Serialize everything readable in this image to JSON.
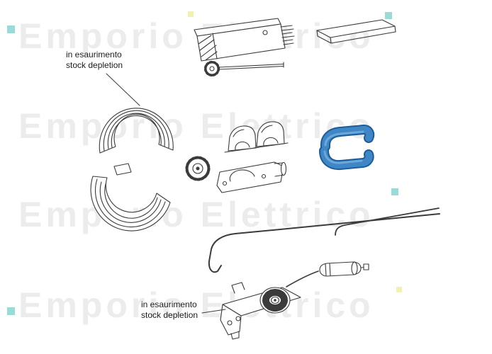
{
  "watermark": {
    "text": "Emporio Elettrico",
    "color": "#ececec",
    "visible_rows": 4
  },
  "annotations": [
    {
      "line1": "in esaurimento",
      "line2": "stock depletion"
    },
    {
      "line1": "in esaurimento",
      "line2": "stock depletion"
    }
  ],
  "colors": {
    "background": "#ffffff",
    "line_art": "#3b3b3b",
    "highlighted_part_fill": "#3e86c6",
    "highlighted_part_outline": "#1d5d97",
    "highlighted_part_highlight": "#6ba7d9",
    "watermark_text": "#ececec",
    "accent_teal": "#9adbd9",
    "accent_yellow": "#f1f1b2"
  }
}
